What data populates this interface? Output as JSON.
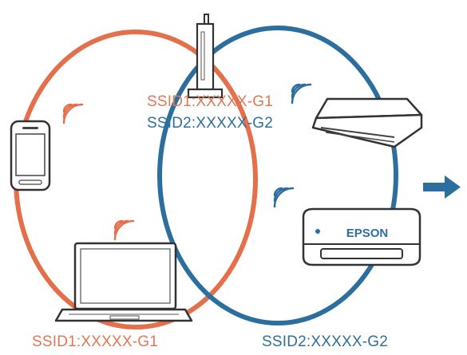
{
  "router": {
    "ssid1": "SSID1:XXXXX-G1",
    "ssid2": "SSID2:XXXXX-G2"
  },
  "networks": {
    "left_label": "SSID1:XXXXX-G1",
    "right_label": "SSID2:XXXXX-G2"
  },
  "printer": {
    "brand": "EPSON"
  },
  "colors": {
    "network1": "#e4704b",
    "network2": "#2c6f9e",
    "arrow": "#2c6f9e"
  },
  "icons": [
    "router-icon",
    "smartphone-icon",
    "laptop-icon",
    "scanner-icon",
    "printer-icon",
    "wifi-signal-icon",
    "right-arrow-icon"
  ]
}
